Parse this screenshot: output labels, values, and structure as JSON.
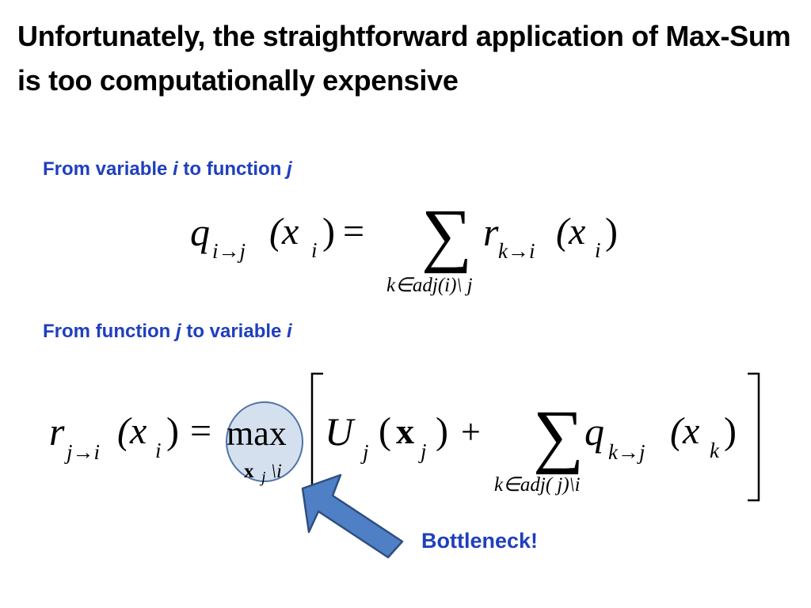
{
  "slide": {
    "title": "Unfortunately, the straightforward application of Max-Sum is too computationally expensive",
    "section_1": {
      "text_a": "From variable ",
      "var_a": "i",
      "text_b": " to function ",
      "var_b": "j"
    },
    "section_2": {
      "text_a": "From function ",
      "var_a": "j",
      "text_b": " to variable ",
      "var_b": "i"
    },
    "equation_1": {
      "lhs_symbol": "q",
      "lhs_sub": "i→j",
      "lhs_arg": "(x",
      "lhs_arg_sub": "i",
      "lhs_close": ")",
      "equals": "=",
      "sum": "∑",
      "sum_sub": "k∈adj(i)\\ j",
      "term_symbol": "r",
      "term_sub": "k→i",
      "term_arg": "(x",
      "term_arg_sub": "i",
      "term_close": ")"
    },
    "equation_2": {
      "lhs_symbol": "r",
      "lhs_sub": "j→i",
      "lhs_arg": "(x",
      "lhs_arg_sub": "i",
      "lhs_close": ")",
      "equals": "=",
      "max": "max",
      "max_sub_bold": "x",
      "max_sub": "j",
      "max_sub_rest": "\\i",
      "u_symbol": "U",
      "u_sub": "j",
      "u_open": "(",
      "u_arg": "x",
      "u_arg_sub": "j",
      "u_close": ")",
      "plus": "+",
      "sum": "∑",
      "sum_sub": "k∈adj( j)\\i",
      "term_symbol": "q",
      "term_sub": "k→j",
      "term_arg": "(x",
      "term_arg_sub": "k",
      "term_close": ")"
    },
    "callout": "Bottleneck!",
    "colors": {
      "heading": "#1f3fbf",
      "highlight_fill": "#d5e0ef",
      "highlight_stroke": "#4f74a8",
      "arrow_fill": "#4f7fc4",
      "arrow_stroke": "#2e4f7e"
    }
  }
}
